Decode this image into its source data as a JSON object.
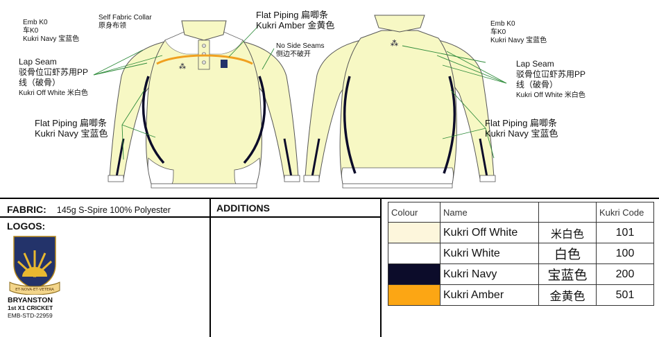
{
  "annotations": {
    "emb_left": [
      "Emb K0",
      "车K0",
      "Kukri Navy 宝蓝色"
    ],
    "collar": [
      "Self Fabric Collar",
      "原身布领"
    ],
    "flat_piping_top": [
      "Flat Piping 扁唧条",
      "Kukri Amber 金黄色"
    ],
    "no_side_seams": [
      "No Side Seams",
      "侧边不破开"
    ],
    "emb_right": [
      "Emb K0",
      "车K0",
      "Kukri Navy 宝蓝色"
    ],
    "lap_seam_left": [
      "Lap Seam",
      "驳骨位冚虾苏用PP",
      "线（破骨）",
      "Kukri Off White  米白色"
    ],
    "lap_seam_right": [
      "Lap Seam",
      "驳骨位冚虾苏用PP",
      "线（破骨）",
      "Kukri Off White  米白色"
    ],
    "flat_piping_left": [
      "Flat Piping 扁唧条",
      "Kukri Navy 宝蓝色"
    ],
    "flat_piping_right": [
      "Flat Piping 扁唧条",
      "Kukri Navy 宝蓝色"
    ]
  },
  "fabric": {
    "label": "FABRIC:",
    "value": "145g S-Spire 100% Polyester"
  },
  "logos": {
    "label": "LOGOS:",
    "motto": "ET·NOVA·ET·VETERA",
    "name": "BRYANSTON",
    "team": "1st X1 CRICKET",
    "code": "EMB-STD-22959"
  },
  "additions": {
    "label": "ADDITIONS"
  },
  "colour_table": {
    "headers": [
      "Colour",
      "Name",
      "",
      "Kukri Code"
    ],
    "rows": [
      {
        "swatch": "#fdf6dc",
        "name": "Kukri Off White",
        "cn": "米白色",
        "code": "101"
      },
      {
        "swatch": "#ffffff",
        "name": "Kukri White",
        "cn": "白色",
        "code": "100"
      },
      {
        "swatch": "#0c0c2a",
        "name": "Kukri Navy",
        "cn": "宝蓝色",
        "code": "200"
      },
      {
        "swatch": "#fca614",
        "name": "Kukri Amber",
        "cn": "金黄色",
        "code": "501"
      }
    ]
  },
  "colors": {
    "shirt": "#f7f8c4",
    "navy": "#0c0c2a",
    "amber": "#f0a020",
    "leader": "#2e8b3a"
  }
}
